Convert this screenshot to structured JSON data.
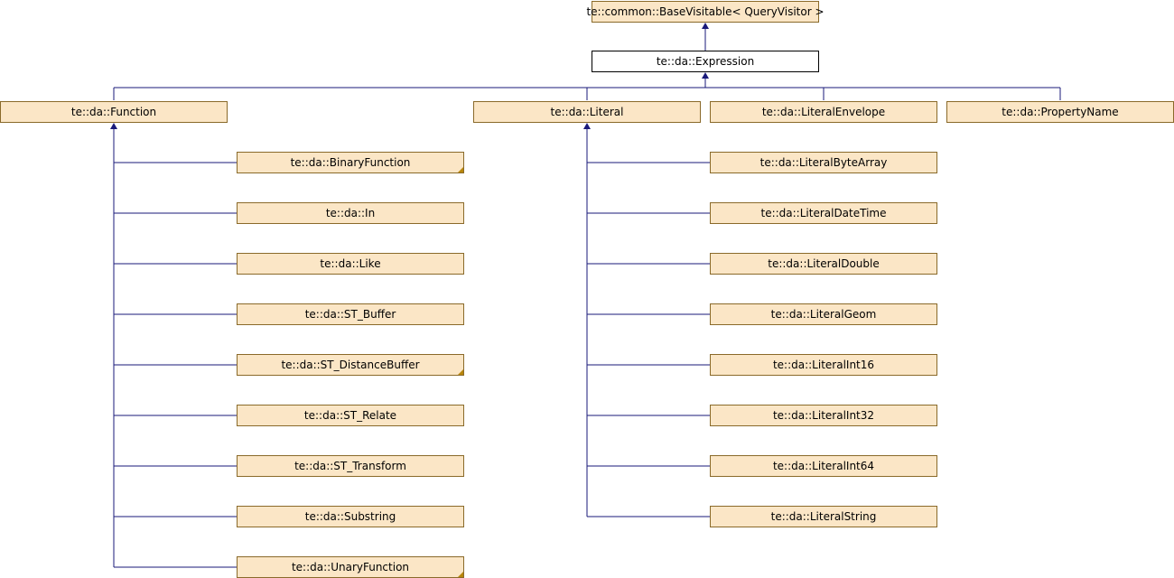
{
  "diagram": {
    "colors": {
      "node_fill": "#fbe6c6",
      "node_border": "#8a6a2a",
      "current_fill": "#ffffff",
      "edge": "#1a1a7a",
      "more_marker": "#b8860b"
    },
    "nodes": {
      "base_visitable": "te::common::BaseVisitable< QueryVisitor >",
      "expression": "te::da::Expression",
      "function": "te::da::Function",
      "literal": "te::da::Literal",
      "literal_envelope": "te::da::LiteralEnvelope",
      "property_name": "te::da::PropertyName",
      "binary_function": "te::da::BinaryFunction",
      "in": "te::da::In",
      "like": "te::da::Like",
      "st_buffer": "te::da::ST_Buffer",
      "st_distance_buffer": "te::da::ST_DistanceBuffer",
      "st_relate": "te::da::ST_Relate",
      "st_transform": "te::da::ST_Transform",
      "substring": "te::da::Substring",
      "unary_function": "te::da::UnaryFunction",
      "literal_byte_array": "te::da::LiteralByteArray",
      "literal_date_time": "te::da::LiteralDateTime",
      "literal_double": "te::da::LiteralDouble",
      "literal_geom": "te::da::LiteralGeom",
      "literal_int16": "te::da::LiteralInt16",
      "literal_int32": "te::da::LiteralInt32",
      "literal_int64": "te::da::LiteralInt64",
      "literal_string": "te::da::LiteralString"
    }
  }
}
